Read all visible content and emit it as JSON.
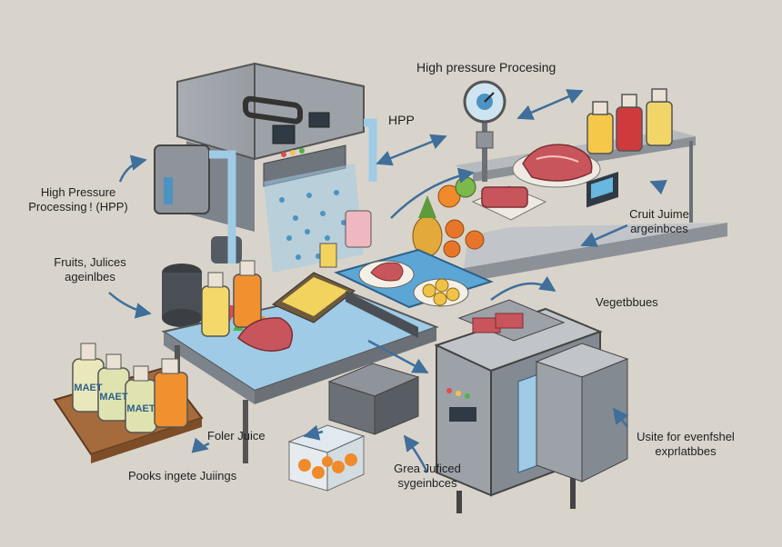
{
  "labels": {
    "hpp_title": "High pressure Procesing",
    "hpp_short": "HPP",
    "hpp_full_line1": "High Pressure",
    "hpp_full_line2": "Processing ! (HPP)",
    "fruits_line1": "Fruits, Julices",
    "fruits_line2": "ageinlbes",
    "cruit_line1": "Cruit Juime",
    "cruit_line2": "argeinbces",
    "vegetbbues": "Vegetbbues",
    "usite_line1": "Usite for evenfshel",
    "usite_line2": "exprlatbbes",
    "foler_juice": "Foler Juice",
    "pooks": "Pooks ingete Juiings",
    "grea_line1": "Grea Juficed",
    "grea_line2": "sygeinbces"
  },
  "bottle_labels": {
    "left_bottle_1": "MAET",
    "left_bottle_2": "MAET",
    "left_bottle_3": "MAET"
  },
  "colors": {
    "background": "#d9d4cb",
    "machine_steel": "#8f949b",
    "machine_dark": "#5d636b",
    "water": "#9fcbe6",
    "arrow": "#3f6f9a",
    "wood": "#a56b3c",
    "meat": "#c9555c",
    "juice_yellow": "#f0cf4a",
    "juice_orange": "#f08a2a",
    "juice_red": "#c43a3a"
  }
}
